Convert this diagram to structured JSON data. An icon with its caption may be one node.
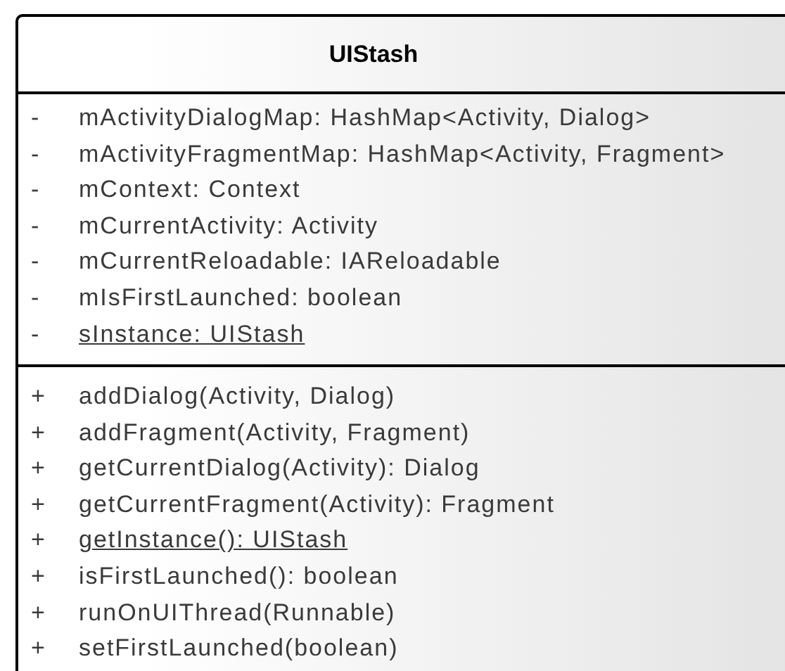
{
  "diagram": {
    "nodes": [
      {
        "text": [
          "UIStash"
        ]
      },
      {
        "text": [
          "- mActivityDialogMap: HashMap<Activity, Dialog>",
          "- mActivityFragmentMap: HashMap<Activity, Fragment>",
          "- mContext: Context",
          "- mCurrentActivity: Activity",
          "- mCurrentReloadable: IAReloadable",
          "- mIsFirstLaunched: boolean",
          "- sInstance: UIStash"
        ],
        "in": 0
      },
      {
        "text": [
          "+ addDialog(Activity, Dialog)",
          "+ addFragment(Activity, Fragment)",
          "+ getCurrentDialog(Activity): Dialog",
          "+ getCurrentFragment(Activity): Fragment",
          "+ getInstance(): UIStash",
          "+ isFirstLaunched(): boolean",
          "+ runOnUIThread(Runnable)",
          "+ setFirstLaunched(boolean)"
        ],
        "in": 0
      }
    ]
  }
}
